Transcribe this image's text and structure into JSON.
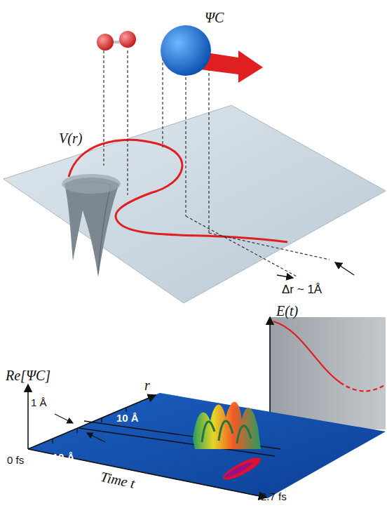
{
  "diagram": {
    "labels": [
      "ΨC",
      "V(r)",
      "Δr ~ 1Å",
      "E(t)",
      "Re[ΨC]",
      "r",
      "10 Å",
      "1 Å",
      "−10 Å",
      "0 fs",
      "Time t",
      "2.7 fs"
    ]
  }
}
